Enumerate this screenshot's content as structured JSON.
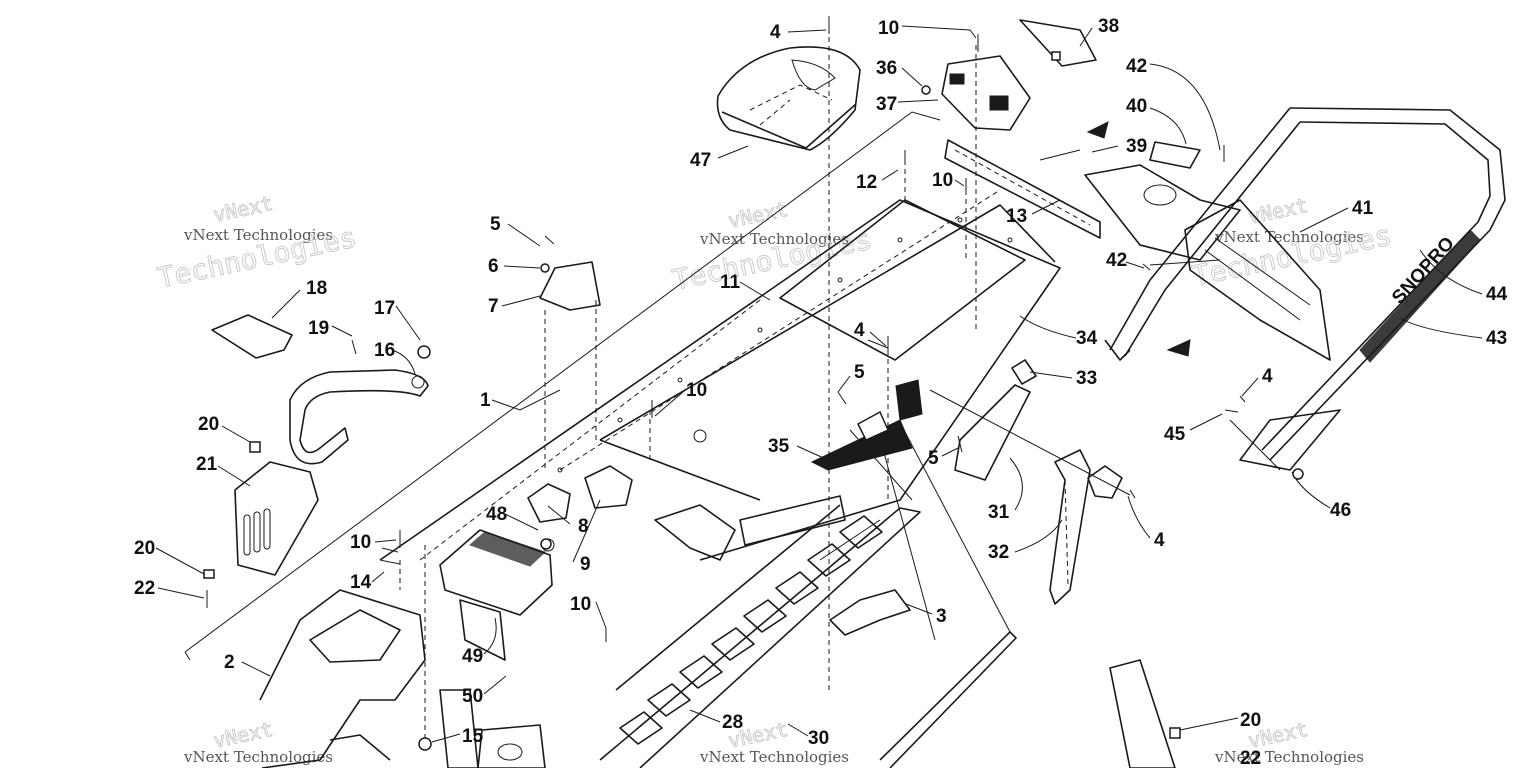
{
  "watermark": {
    "line1": "vNext Technologies",
    "line2": "Technologies",
    "brand": "vNext"
  },
  "trim_brand_text": "SNOPRO",
  "callouts": [
    {
      "id": "c-4a",
      "label": "4"
    },
    {
      "id": "c-10a",
      "label": "10"
    },
    {
      "id": "c-38",
      "label": "38"
    },
    {
      "id": "c-36",
      "label": "36"
    },
    {
      "id": "c-42a",
      "label": "42"
    },
    {
      "id": "c-37",
      "label": "37"
    },
    {
      "id": "c-40",
      "label": "40"
    },
    {
      "id": "c-47",
      "label": "47"
    },
    {
      "id": "c-39",
      "label": "39"
    },
    {
      "id": "c-12",
      "label": "12"
    },
    {
      "id": "c-10b",
      "label": "10"
    },
    {
      "id": "c-13",
      "label": "13"
    },
    {
      "id": "c-41",
      "label": "41"
    },
    {
      "id": "c-5a",
      "label": "5"
    },
    {
      "id": "c-42b",
      "label": "42"
    },
    {
      "id": "c-6",
      "label": "6"
    },
    {
      "id": "c-11",
      "label": "11"
    },
    {
      "id": "c-7",
      "label": "7"
    },
    {
      "id": "c-18",
      "label": "18"
    },
    {
      "id": "c-44",
      "label": "44"
    },
    {
      "id": "c-17",
      "label": "17"
    },
    {
      "id": "c-19",
      "label": "19"
    },
    {
      "id": "c-34",
      "label": "34"
    },
    {
      "id": "c-16",
      "label": "16"
    },
    {
      "id": "c-4b",
      "label": "4"
    },
    {
      "id": "c-43",
      "label": "43"
    },
    {
      "id": "c-5b",
      "label": "5"
    },
    {
      "id": "c-33",
      "label": "33"
    },
    {
      "id": "c-1",
      "label": "1"
    },
    {
      "id": "c-10c",
      "label": "10"
    },
    {
      "id": "c-4c",
      "label": "4"
    },
    {
      "id": "c-20a",
      "label": "20"
    },
    {
      "id": "c-45",
      "label": "45"
    },
    {
      "id": "c-35",
      "label": "35"
    },
    {
      "id": "c-21",
      "label": "21"
    },
    {
      "id": "c-5c",
      "label": "5"
    },
    {
      "id": "c-46",
      "label": "46"
    },
    {
      "id": "c-31",
      "label": "31"
    },
    {
      "id": "c-48",
      "label": "48"
    },
    {
      "id": "c-8",
      "label": "8"
    },
    {
      "id": "c-4d",
      "label": "4"
    },
    {
      "id": "c-9",
      "label": "9"
    },
    {
      "id": "c-20b",
      "label": "20"
    },
    {
      "id": "c-10d",
      "label": "10"
    },
    {
      "id": "c-32",
      "label": "32"
    },
    {
      "id": "c-14",
      "label": "14"
    },
    {
      "id": "c-22a",
      "label": "22"
    },
    {
      "id": "c-10e",
      "label": "10"
    },
    {
      "id": "c-3",
      "label": "3"
    },
    {
      "id": "c-2",
      "label": "2"
    },
    {
      "id": "c-49",
      "label": "49"
    },
    {
      "id": "c-50",
      "label": "50"
    },
    {
      "id": "c-28",
      "label": "28"
    },
    {
      "id": "c-20c",
      "label": "20"
    },
    {
      "id": "c-15",
      "label": "15"
    },
    {
      "id": "c-30",
      "label": "30"
    },
    {
      "id": "c-22b",
      "label": "22"
    }
  ]
}
